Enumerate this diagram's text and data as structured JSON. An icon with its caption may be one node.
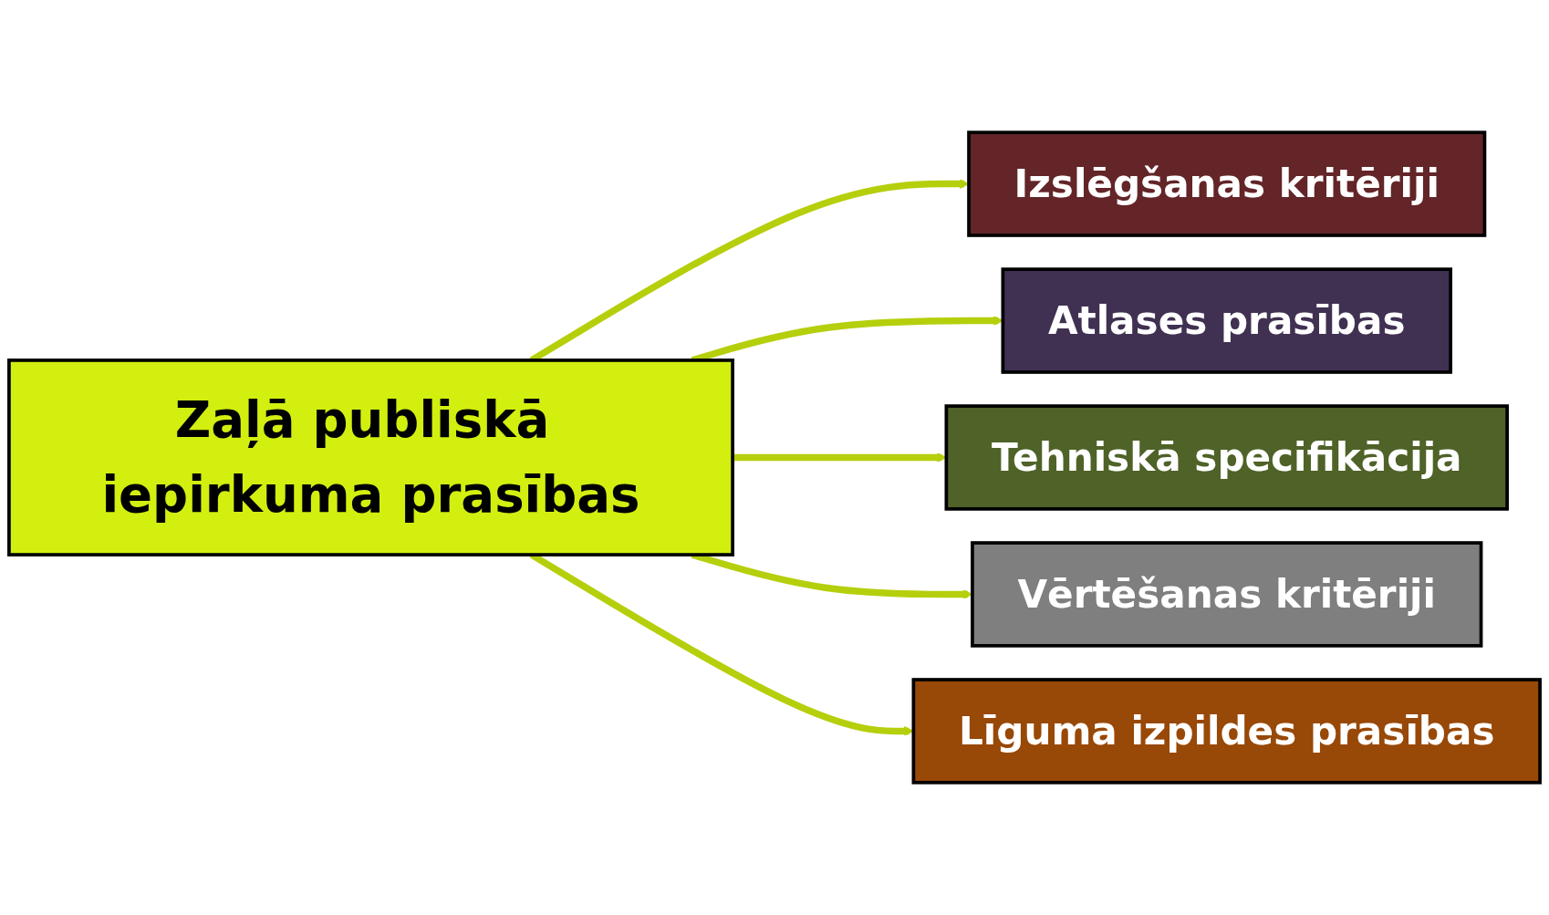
{
  "diagram": {
    "nodes": [
      {
        "text": [
          "Zaļā publiskā iepirkuma prasības"
        ]
      },
      {
        "text": [
          "Izslēgšanas kritēriji"
        ]
      },
      {
        "text": [
          "Atlases prasības"
        ]
      },
      {
        "text": [
          "Tehniskā specifikācija"
        ]
      },
      {
        "text": [
          "Vērtēšanas kritēriji"
        ]
      },
      {
        "text": [
          "Līguma izpildes prasības"
        ]
      }
    ],
    "edges": [
      {
        "from": 0,
        "to": 1,
        "arrow": "to"
      },
      {
        "from": 0,
        "to": 2,
        "arrow": "to"
      },
      {
        "from": 0,
        "to": 3,
        "arrow": "to"
      },
      {
        "from": 0,
        "to": 4,
        "arrow": "to"
      },
      {
        "from": 0,
        "to": 5,
        "arrow": "to"
      }
    ]
  }
}
